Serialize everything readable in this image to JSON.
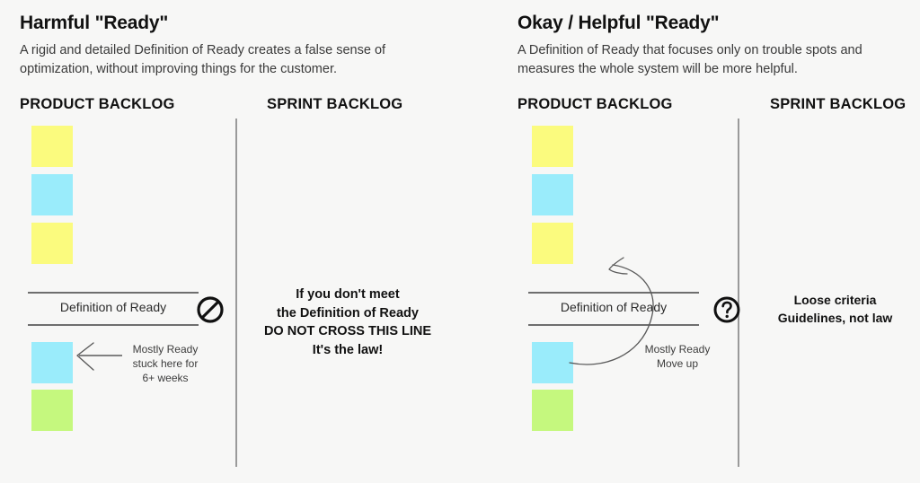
{
  "background_color": "#f7f7f6",
  "colors": {
    "sticky_yellow": "#fbfb7e",
    "sticky_blue": "#9aecfb",
    "sticky_green": "#c5f87e",
    "rule_gray": "#6e6e6e",
    "divider_gray": "#9a9a9a",
    "ink": "#111111"
  },
  "panels": [
    {
      "title": "Harmful \"Ready\"",
      "subtitle": "A rigid and detailed Definition of Ready creates a false sense of optimization, without improving things for the customer.",
      "product_backlog_heading": "PRODUCT BACKLOG",
      "sprint_backlog_heading": "SPRINT BACKLOG",
      "stickies": [
        {
          "color": "#fbfb7e",
          "name": "sticky-note-yellow-1"
        },
        {
          "color": "#9aecfb",
          "name": "sticky-note-blue-1"
        },
        {
          "color": "#fbfb7e",
          "name": "sticky-note-yellow-2"
        },
        {
          "color": "#9aecfb",
          "name": "sticky-note-blue-2"
        },
        {
          "color": "#c5f87e",
          "name": "sticky-note-green-1"
        }
      ],
      "definition_of_ready_label": "Definition of Ready",
      "status_icon": "prohibition-icon",
      "annotation": "Mostly Ready\nstuck here for\n6+ weeks",
      "arrow": "straight-left-arrow",
      "sprint_copy": "If you don't meet\nthe Definition of Ready\nDO NOT CROSS THIS LINE\nIt's the law!"
    },
    {
      "title": "Okay / Helpful \"Ready\"",
      "subtitle": "A Definition of Ready that focuses only on trouble spots and measures the whole system will be more helpful.",
      "product_backlog_heading": "PRODUCT BACKLOG",
      "sprint_backlog_heading": "SPRINT BACKLOG",
      "stickies": [
        {
          "color": "#fbfb7e",
          "name": "sticky-note-yellow-1"
        },
        {
          "color": "#9aecfb",
          "name": "sticky-note-blue-1"
        },
        {
          "color": "#fbfb7e",
          "name": "sticky-note-yellow-2"
        },
        {
          "color": "#9aecfb",
          "name": "sticky-note-blue-2"
        },
        {
          "color": "#c5f87e",
          "name": "sticky-note-green-1"
        }
      ],
      "definition_of_ready_label": "Definition of Ready",
      "status_icon": "question-mark-circle-icon",
      "annotation": "Mostly Ready\nMove up",
      "arrow": "curved-up-arrow",
      "sprint_copy": "Loose criteria\nGuidelines, not law"
    }
  ]
}
